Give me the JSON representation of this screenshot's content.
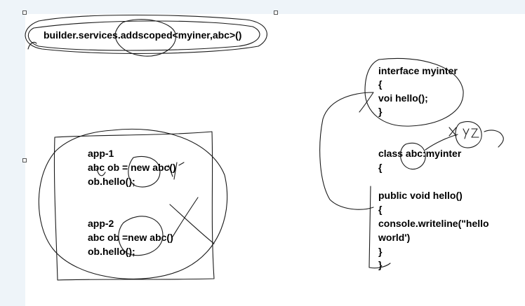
{
  "top_note": {
    "line": "builder.services.addscoped<myiner,abc>()"
  },
  "apps": [
    {
      "title": "app-1",
      "decl": "abc  ob = new abc()",
      "call": "ob.hello();"
    },
    {
      "title": "app-2",
      "decl": "abc ob =new abc()",
      "call": "ob.hello();"
    }
  ],
  "interface_block": {
    "lines": [
      "interface myinter",
      "{",
      "voi hello();",
      "}"
    ]
  },
  "class_block": {
    "lines": [
      "class abc:myinter",
      "{"
    ]
  },
  "method_block": {
    "lines": [
      "public void hello()",
      "{",
      "console.writeline(\"hello",
      "world')",
      "}",
      "}"
    ]
  },
  "scribbles": {
    "xyz": "x y z"
  },
  "colors": {
    "ink": "#1a1a1a",
    "sidebar": "#eef4f9",
    "text": "#000000"
  }
}
